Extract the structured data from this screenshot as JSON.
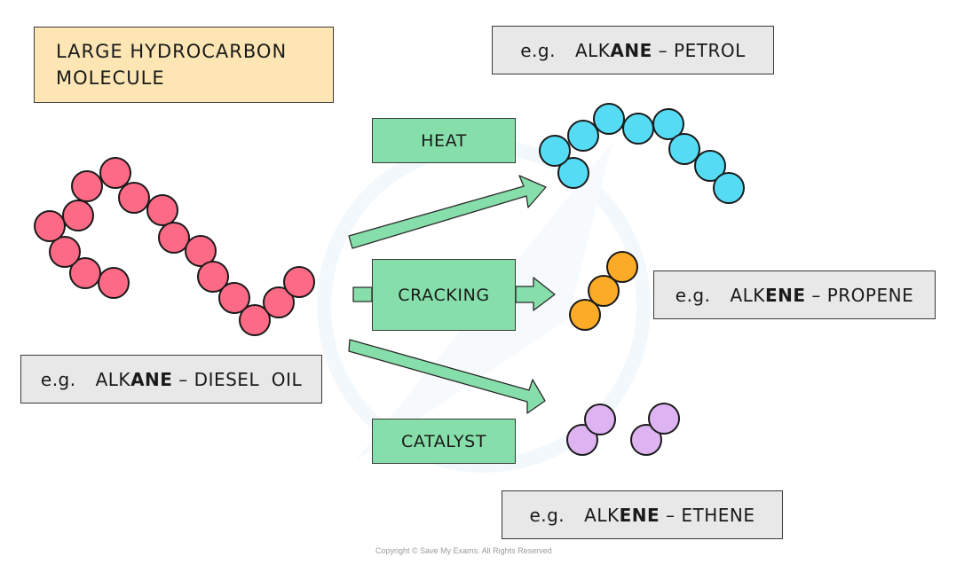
{
  "title": {
    "line1": "LARGE HYDROCARBON",
    "line2": "MOLECULE"
  },
  "examples": {
    "petrol": {
      "prefix": "e.g.",
      "class_start": "ALK",
      "class_suffix": "ANE",
      "separator": " – ",
      "name": "PETROL"
    },
    "diesel": {
      "prefix": "e.g.",
      "class_start": "ALK",
      "class_suffix": "ANE",
      "separator": " – ",
      "name": "DIESEL  OIL"
    },
    "propene": {
      "prefix": "e.g.",
      "class_start": "ALK",
      "class_suffix": "ENE",
      "separator": " – ",
      "name": "PROPENE"
    },
    "ethene": {
      "prefix": "e.g.",
      "class_start": "ALK",
      "class_suffix": "ENE",
      "separator": " – ",
      "name": "ETHENE"
    }
  },
  "conditions": {
    "heat": "HEAT",
    "cracking": "CRACKING",
    "catalyst": "CATALYST"
  },
  "molecules": {
    "large_alkane": {
      "atoms": 16,
      "color": "#fd6a85"
    },
    "petrol_alkane": {
      "atoms": 9,
      "color": "#55dcf4"
    },
    "propene": {
      "atoms": 3,
      "color": "#fbab26"
    },
    "ethene": {
      "molecules": 2,
      "atoms_each": 2,
      "color": "#ddb3f2"
    }
  },
  "colors": {
    "condition_fill": "#86dfaa",
    "arrow_fill": "#86dfaa",
    "title_fill": "#fde6b4",
    "example_fill": "#e8e8e8",
    "outline": "#1a1a1a"
  },
  "copyright": "Copyright © Save My Exams. All Rights Reserved"
}
